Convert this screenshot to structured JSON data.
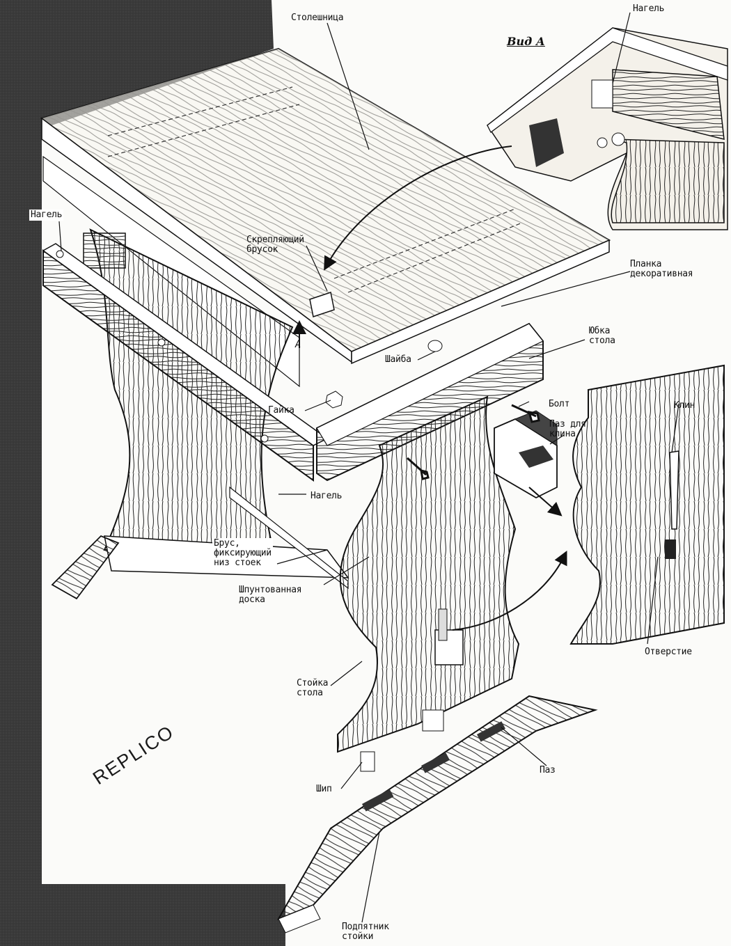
{
  "view_title": "Вид А",
  "watermark": "REPLICO",
  "arrow_letter": "A",
  "labels": {
    "tabletop": "Столешница",
    "dowel_top": "Нагель",
    "dowel_left": "Нагель",
    "dowel_mid": "Нагель",
    "fastening_bar": "Скрепляющий\nбрусок",
    "decor_strip": "Планка\nдекоративная",
    "table_skirt": "Юбка\nстола",
    "washer": "Шайба",
    "nut": "Гайка",
    "bolt": "Болт",
    "wedge_slot": "Паз для\nклина",
    "wedge": "Клин",
    "stretcher": "Брус,\nфиксирующий\nниз стоек",
    "tongue_board": "Шпунтованная\nдоска",
    "hole": "Отверстие",
    "leg": "Стойка\nстола",
    "tenon": "Шип",
    "groove": "Паз",
    "foot": "Подпятник\nстойки"
  }
}
